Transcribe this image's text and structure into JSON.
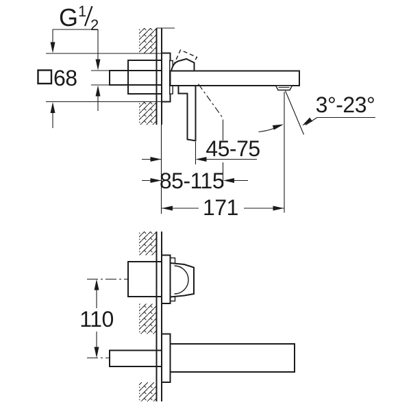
{
  "colors": {
    "line": "#1b1b1b",
    "background": "#ffffff"
  },
  "upper_view": {
    "thread_label": {
      "prefix": "G",
      "numerator": "1",
      "denominator": "2"
    },
    "dimensions": {
      "escutcheon_square_mm": "68",
      "handle_to_wall_range_mm": "45-75",
      "handle_extended_range_mm": "85-115",
      "spout_projection_mm": "171",
      "spout_angle_range": "3°-23°"
    }
  },
  "lower_view": {
    "dimensions": {
      "center_distance_mm": "110"
    }
  }
}
